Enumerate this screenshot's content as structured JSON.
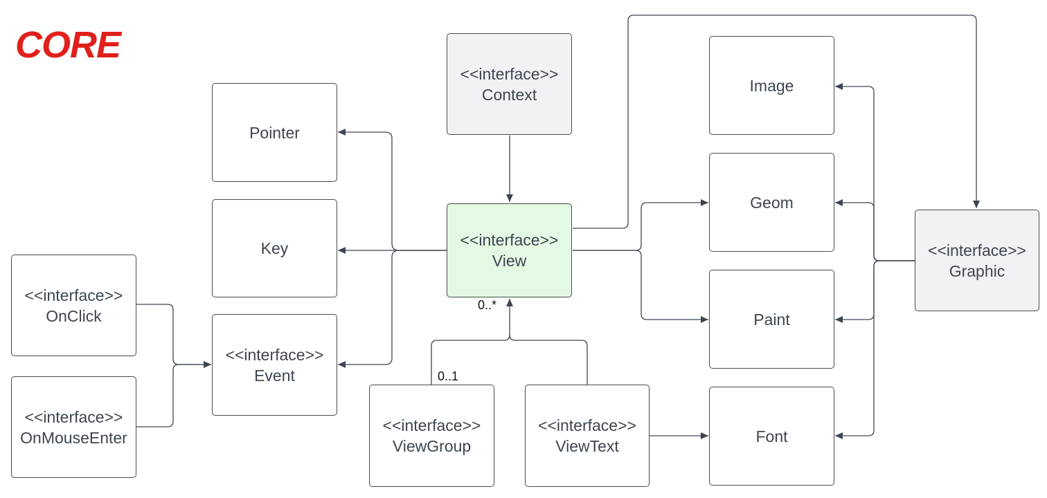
{
  "title": "CORE",
  "colors": {
    "title": "#e0201b",
    "interface_fill": "#f1f2f4",
    "view_fill": "#e3f9e3",
    "line": "#3e4550"
  },
  "boxes": {
    "context": {
      "stereotype": "<<interface>>",
      "name": "Context"
    },
    "view": {
      "stereotype": "<<interface>>",
      "name": "View"
    },
    "pointer": {
      "name": "Pointer"
    },
    "key": {
      "name": "Key"
    },
    "event": {
      "stereotype": "<<interface>>",
      "name": "Event"
    },
    "onclick": {
      "stereotype": "<<interface>>",
      "name": "OnClick"
    },
    "onmouseenter": {
      "stereotype": "<<interface>>",
      "name": "OnMouseEnter"
    },
    "viewgroup": {
      "stereotype": "<<interface>>",
      "name": "ViewGroup"
    },
    "viewtext": {
      "stereotype": "<<interface>>",
      "name": "ViewText"
    },
    "image": {
      "name": "Image"
    },
    "geom": {
      "name": "Geom"
    },
    "paint": {
      "name": "Paint"
    },
    "font": {
      "name": "Font"
    },
    "graphic": {
      "stereotype": "<<interface>>",
      "name": "Graphic"
    }
  },
  "multiplicities": {
    "view_children": "0..*",
    "viewgroup_parent": "0..1"
  }
}
